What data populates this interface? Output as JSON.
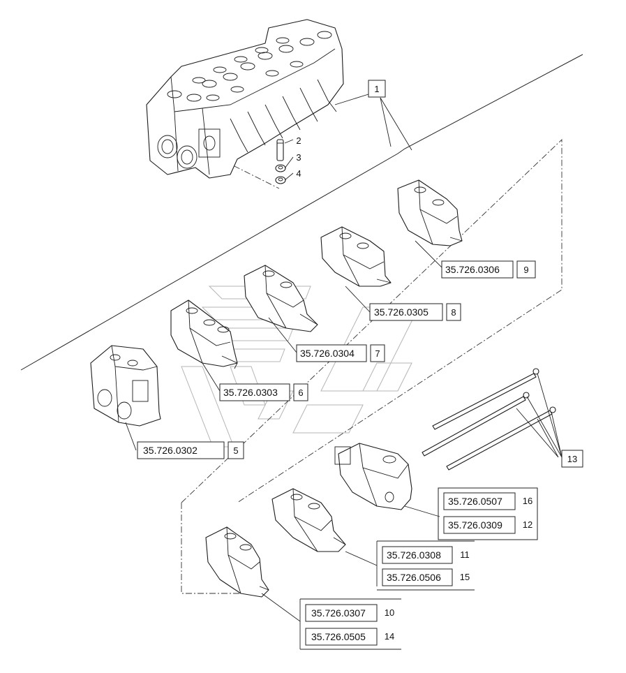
{
  "callouts": [
    {
      "ref": "",
      "num": "1"
    },
    {
      "ref": "",
      "num": "2"
    },
    {
      "ref": "",
      "num": "3"
    },
    {
      "ref": "",
      "num": "4"
    },
    {
      "ref": "35.726.0302",
      "num": "5"
    },
    {
      "ref": "35.726.0303",
      "num": "6"
    },
    {
      "ref": "35.726.0304",
      "num": "7"
    },
    {
      "ref": "35.726.0305",
      "num": "8"
    },
    {
      "ref": "35.726.0306",
      "num": "9"
    },
    {
      "ref": "35.726.0307",
      "num": "10"
    },
    {
      "ref": "35.726.0308",
      "num": "11"
    },
    {
      "ref": "35.726.0309",
      "num": "12"
    },
    {
      "ref": "",
      "num": "13"
    },
    {
      "ref": "35.726.0505",
      "num": "14"
    },
    {
      "ref": "35.726.0506",
      "num": "15"
    },
    {
      "ref": "35.726.0507",
      "num": "16"
    }
  ],
  "colors": {
    "line": "#1a1a1a",
    "watermark": "#b5b5b5",
    "background": "#ffffff"
  },
  "icons": {
    "valve_assembly": "control-valve-block-icon",
    "valve_section": "valve-section-icon",
    "tie_rod": "tie-rod-icon",
    "screw": "screw-icon",
    "washer": "washer-icon",
    "nut": "nut-icon",
    "watermark": "brand-watermark-icon"
  }
}
